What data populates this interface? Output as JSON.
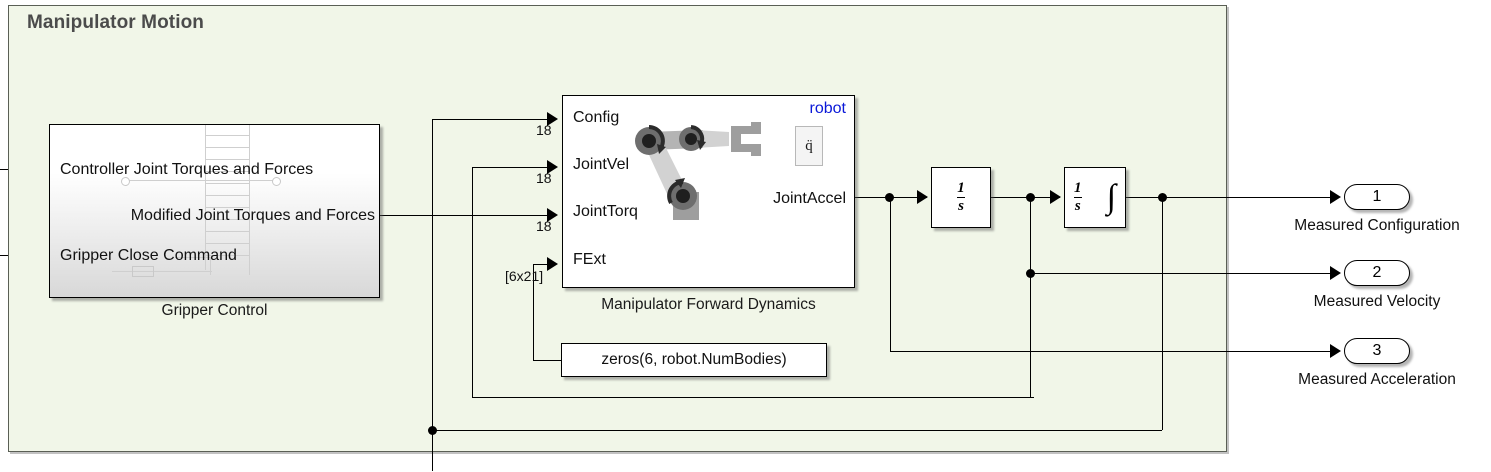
{
  "subsystem": {
    "title": "Manipulator Motion",
    "bg_color": "#f1f6e8",
    "border_color": "#5a5f55"
  },
  "blocks": {
    "gripper_control": {
      "caption": "Gripper Control",
      "inputs": [
        {
          "label": "Controller Joint Torques and Forces"
        },
        {
          "label": "Gripper Close Command"
        }
      ],
      "outputs": [
        {
          "label": "Modified Joint Torques and Forces"
        }
      ]
    },
    "forward_dynamics": {
      "caption": "Manipulator Forward Dynamics",
      "tag": "robot",
      "tag_color": "#0a18d8",
      "icon_name": "robot-arm-icon",
      "icon_badge": "q̈",
      "inputs": [
        {
          "label": "Config",
          "signal": "18"
        },
        {
          "label": "JointVel",
          "signal": "18"
        },
        {
          "label": "JointTorq",
          "signal": "18"
        },
        {
          "label": "FExt",
          "signal": "[6x21]"
        }
      ],
      "outputs": [
        {
          "label": "JointAccel"
        }
      ]
    },
    "integrator_1": {
      "numerator": "1",
      "denominator": "s",
      "glyph": ""
    },
    "integrator_2": {
      "numerator": "1",
      "denominator": "s",
      "glyph": "∫"
    },
    "constant": {
      "value": "zeros(6, robot.NumBodies)"
    }
  },
  "outports": [
    {
      "number": "1",
      "label": "Measured Configuration"
    },
    {
      "number": "2",
      "label": "Measured Velocity"
    },
    {
      "number": "3",
      "label": "Measured Acceleration"
    }
  ]
}
